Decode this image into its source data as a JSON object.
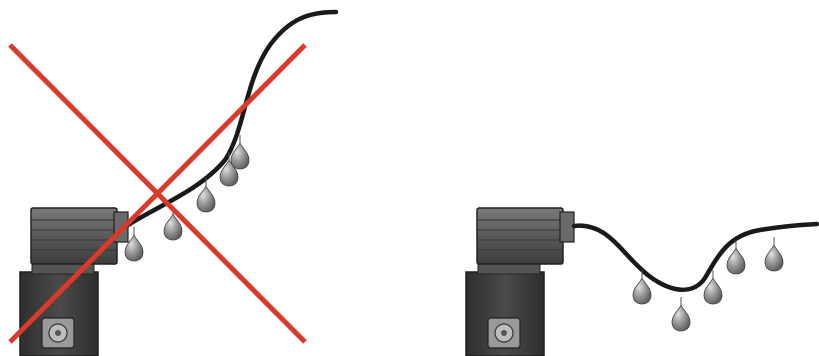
{
  "panels": [
    {
      "id": "wrong",
      "verdict": "incorrect",
      "marker": "cross-out",
      "cable_shape": "rising from connector",
      "droplets": 5,
      "colors": {
        "cross": "#d93a2b"
      }
    },
    {
      "id": "correct",
      "verdict": "correct",
      "marker": "none",
      "cable_shape": "drip loop below connector",
      "droplets": 5
    }
  ],
  "colors": {
    "body": "#3c3c3c",
    "connector": "#5c5c5c",
    "cable": "#1a1a1a",
    "droplet": "#8c8c8c",
    "background": "#ffffff"
  },
  "icons": [
    "solenoid-valve-icon",
    "water-droplet-icon",
    "cross-out-icon"
  ]
}
